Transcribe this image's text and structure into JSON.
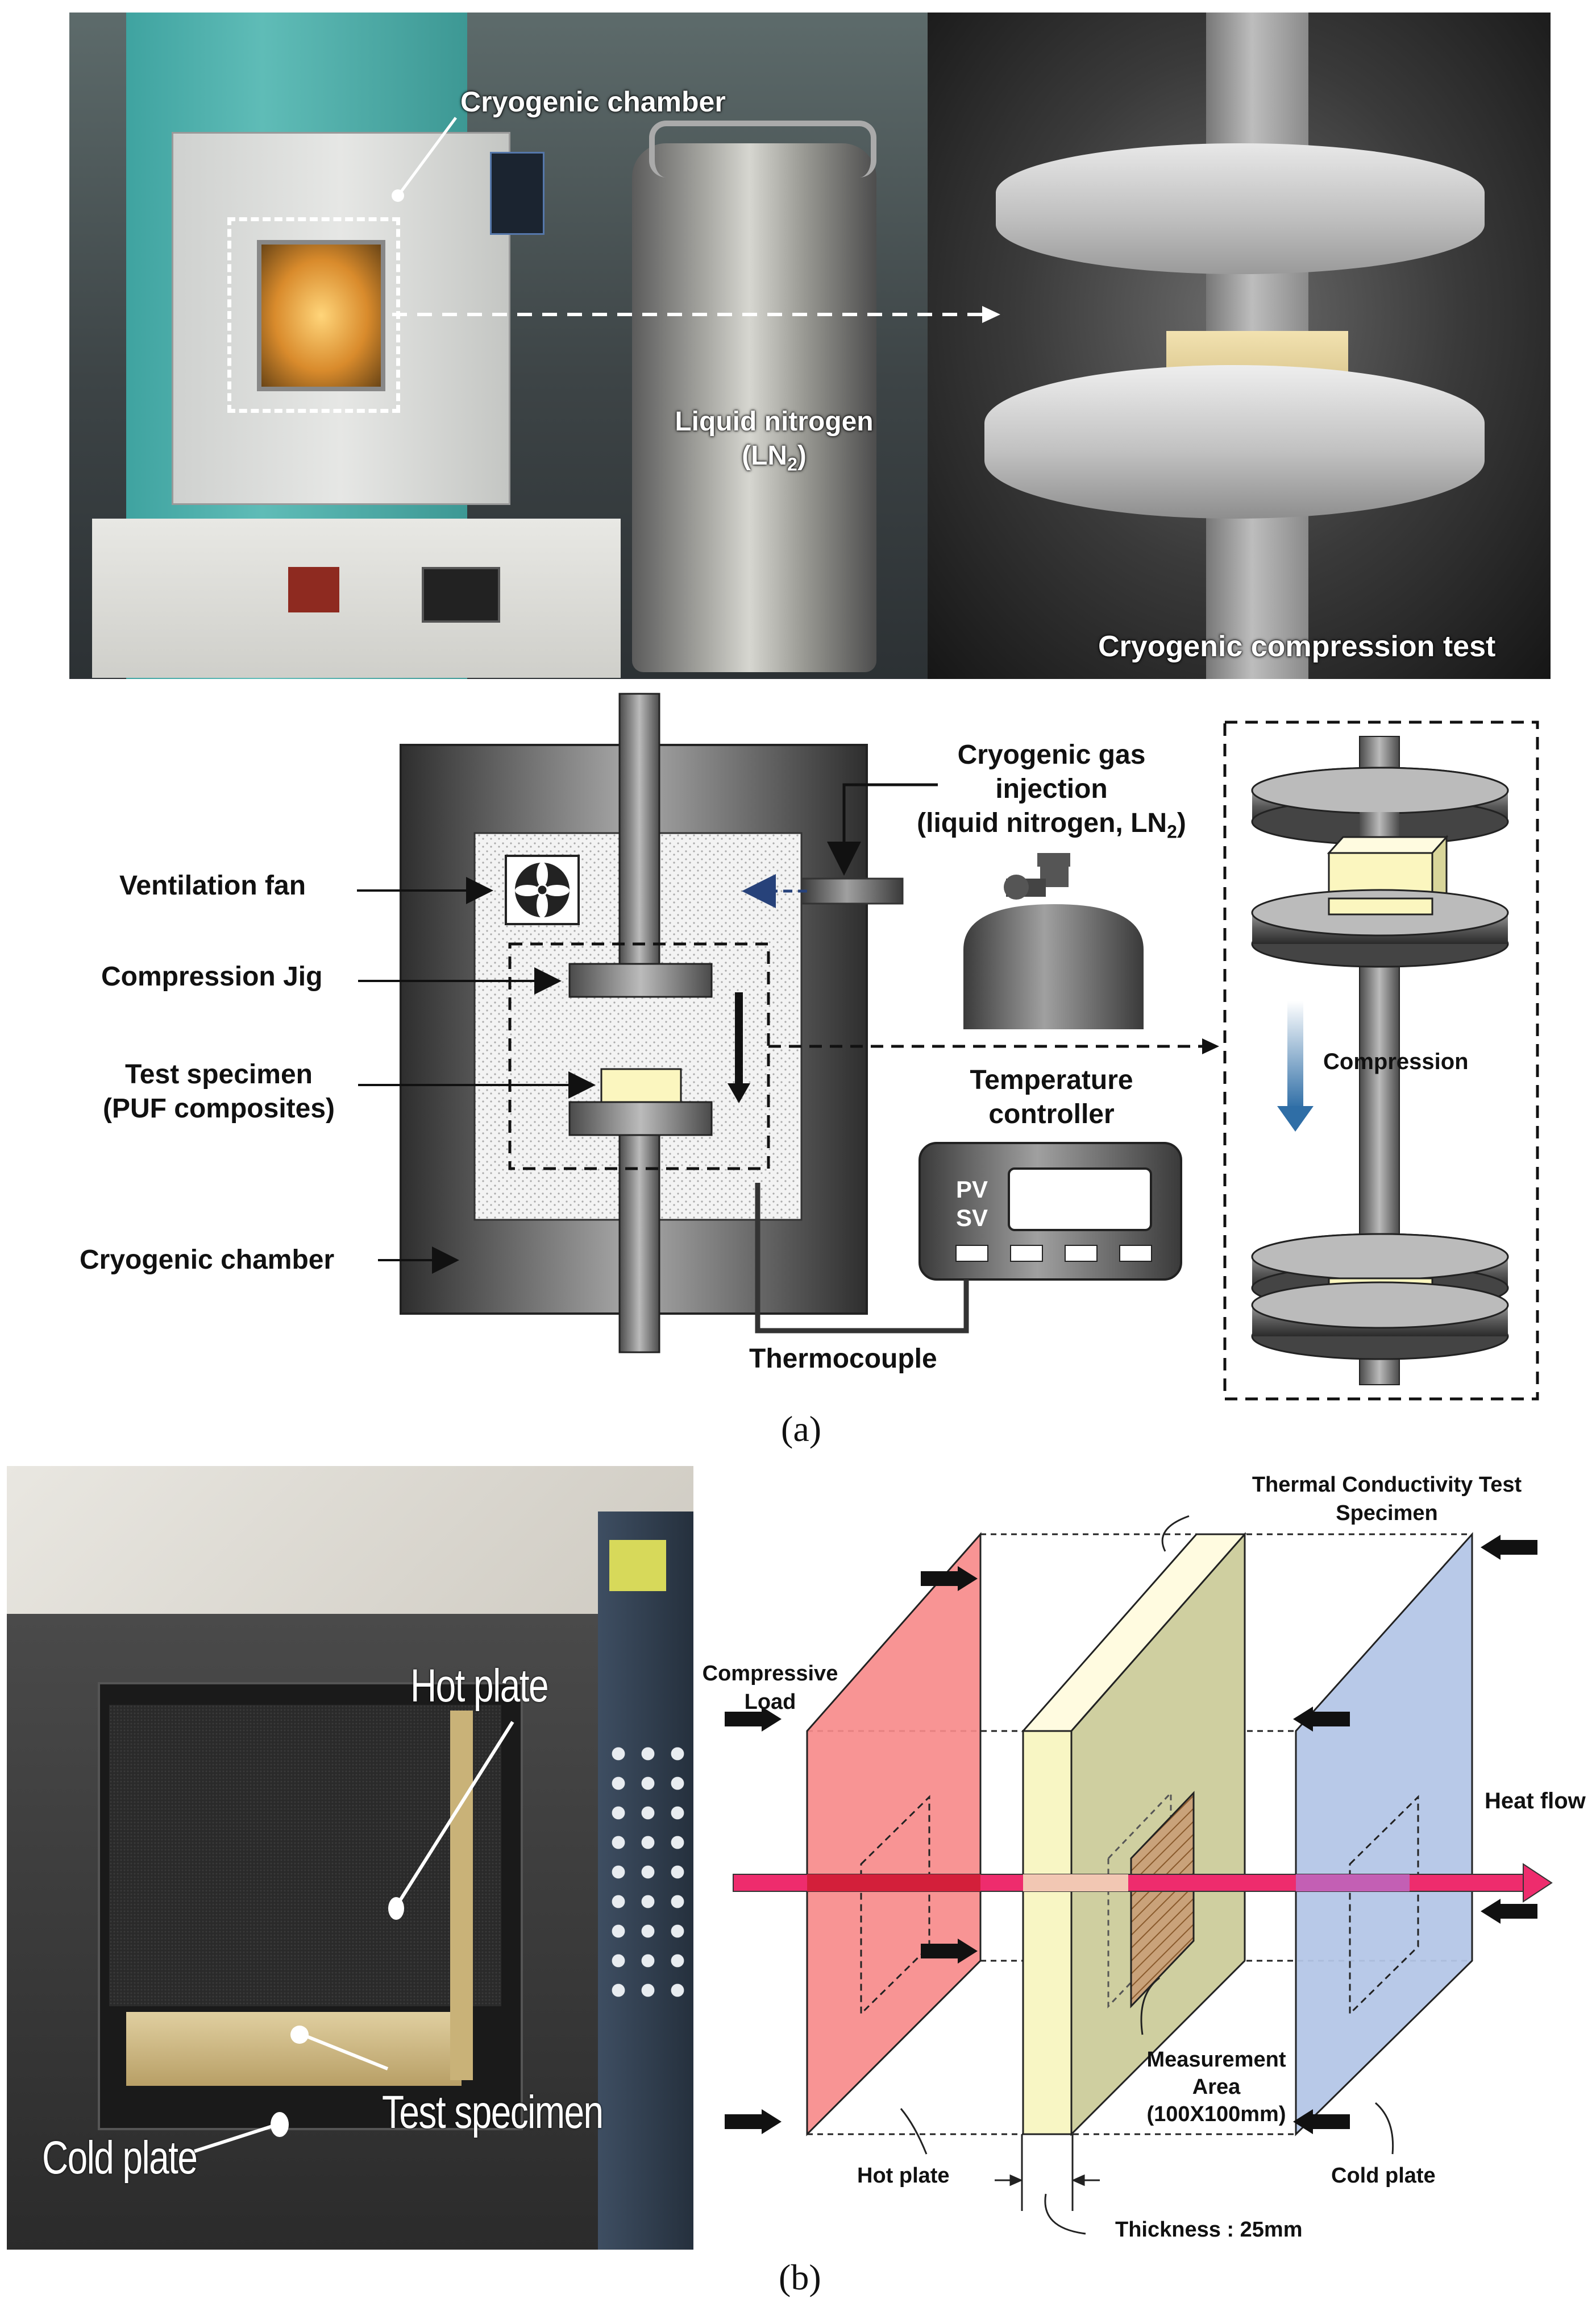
{
  "panel_a": {
    "photo_labels": {
      "chamber": "Cryogenic chamber",
      "ln2_line1": "Liquid nitrogen",
      "ln2_line2_base": "(LN",
      "ln2_line2_sub": "2",
      "ln2_line2_end": ")",
      "compression_test": "Cryogenic compression test"
    },
    "schematic": {
      "ventilation_fan": "Ventilation fan",
      "compression_jig": "Compression Jig",
      "test_specimen_line1": "Test specimen",
      "test_specimen_line2": "(PUF composites)",
      "cryogenic_chamber": "Cryogenic chamber",
      "gas_injection_line1": "Cryogenic gas",
      "gas_injection_line2": "injection",
      "gas_injection_line3": "(liquid nitrogen, LN",
      "gas_injection_sub": "2",
      "gas_injection_end": ")",
      "temp_controller_line1": "Temperature",
      "temp_controller_line2": "controller",
      "pv": "PV",
      "sv": "SV",
      "thermocouple": "Thermocouple",
      "compression": "Compression"
    },
    "caption": "(a)"
  },
  "panel_b": {
    "photo_labels": {
      "hot_plate": "Hot plate",
      "test_specimen": "Test specimen",
      "cold_plate": "Cold plate"
    },
    "diagram": {
      "specimen_line1": "Thermal Conductivity Test",
      "specimen_line2": "Specimen",
      "load_line1": "Compressive",
      "load_line2": "Load",
      "heat_flow": "Heat flow",
      "measurement_line1": "Measurement",
      "measurement_line2": "Area",
      "measurement_line3": "(100X100mm)",
      "hot_plate": "Hot plate",
      "cold_plate": "Cold plate",
      "thickness": "Thickness : 25mm"
    },
    "caption": "(b)"
  },
  "colors": {
    "hot_plate": "#f78b8b",
    "cold_plate": "#b4c6e7",
    "specimen": "#f8f6c4",
    "heat_arrow": "#ee2c6d",
    "chamber_dark": "#4a4a4a",
    "lid_blue": "#3a6f9e"
  }
}
